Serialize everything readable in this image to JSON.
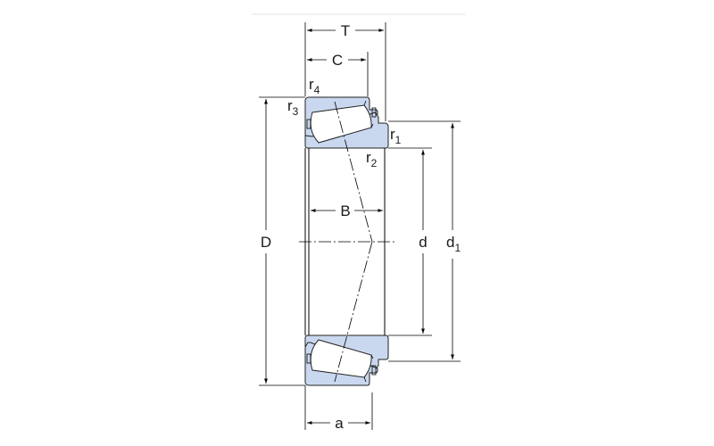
{
  "labels": {
    "T": "T",
    "C": "C",
    "B": "B",
    "a": "a",
    "D": "D",
    "d": "d",
    "d1_main": "d",
    "d1_sub": "1",
    "r1_main": "r",
    "r1_sub": "1",
    "r2_main": "r",
    "r2_sub": "2",
    "r3_main": "r",
    "r3_sub": "3",
    "r4_main": "r",
    "r4_sub": "4"
  },
  "colors": {
    "ring_fill": "#c9d8ee",
    "line": "#000000",
    "background": "#ffffff"
  }
}
